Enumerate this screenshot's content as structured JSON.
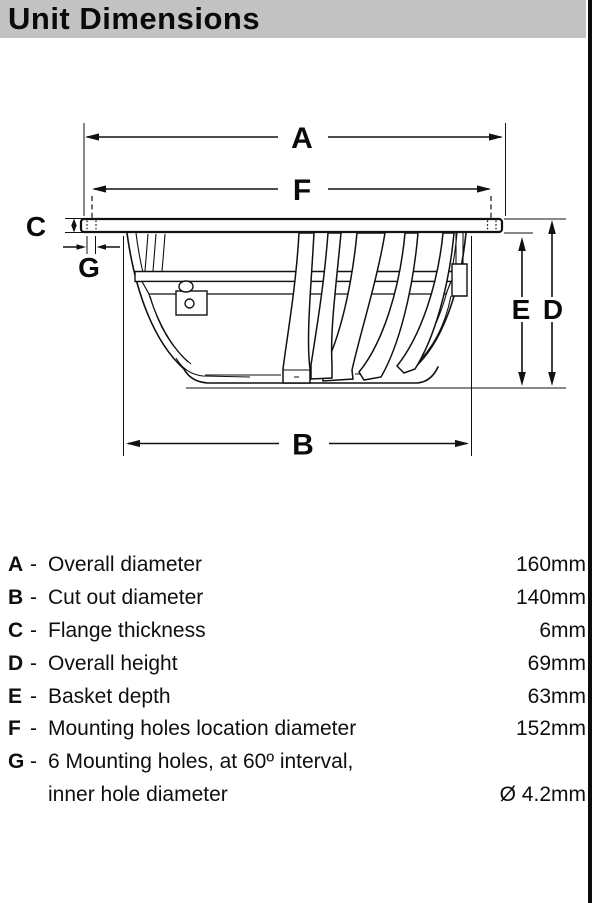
{
  "header": {
    "title": "Unit Dimensions"
  },
  "diagram": {
    "labels": {
      "a": "A",
      "b": "B",
      "c": "C",
      "d": "D",
      "e": "E",
      "f": "F",
      "g": "G"
    }
  },
  "legend": {
    "separator": "-",
    "rows": [
      {
        "key": "A",
        "desc": "Overall diameter",
        "value": "160mm"
      },
      {
        "key": "B",
        "desc": "Cut out diameter",
        "value": "140mm"
      },
      {
        "key": "C",
        "desc": "Flange thickness",
        "value": "6mm"
      },
      {
        "key": "D",
        "desc": "Overall height",
        "value": "69mm"
      },
      {
        "key": "E",
        "desc": "Basket depth",
        "value": "63mm"
      },
      {
        "key": "F",
        "desc": "Mounting holes location diameter",
        "value": "152mm"
      },
      {
        "key": "G",
        "desc_line1": "6 Mounting holes, at 60º interval,",
        "desc_line2": "inner hole diameter",
        "value": "Ø 4.2mm"
      }
    ]
  },
  "colors": {
    "header_bg": "#c2c2c2",
    "line": "#111111",
    "page_edge": "#0c0c0c"
  }
}
